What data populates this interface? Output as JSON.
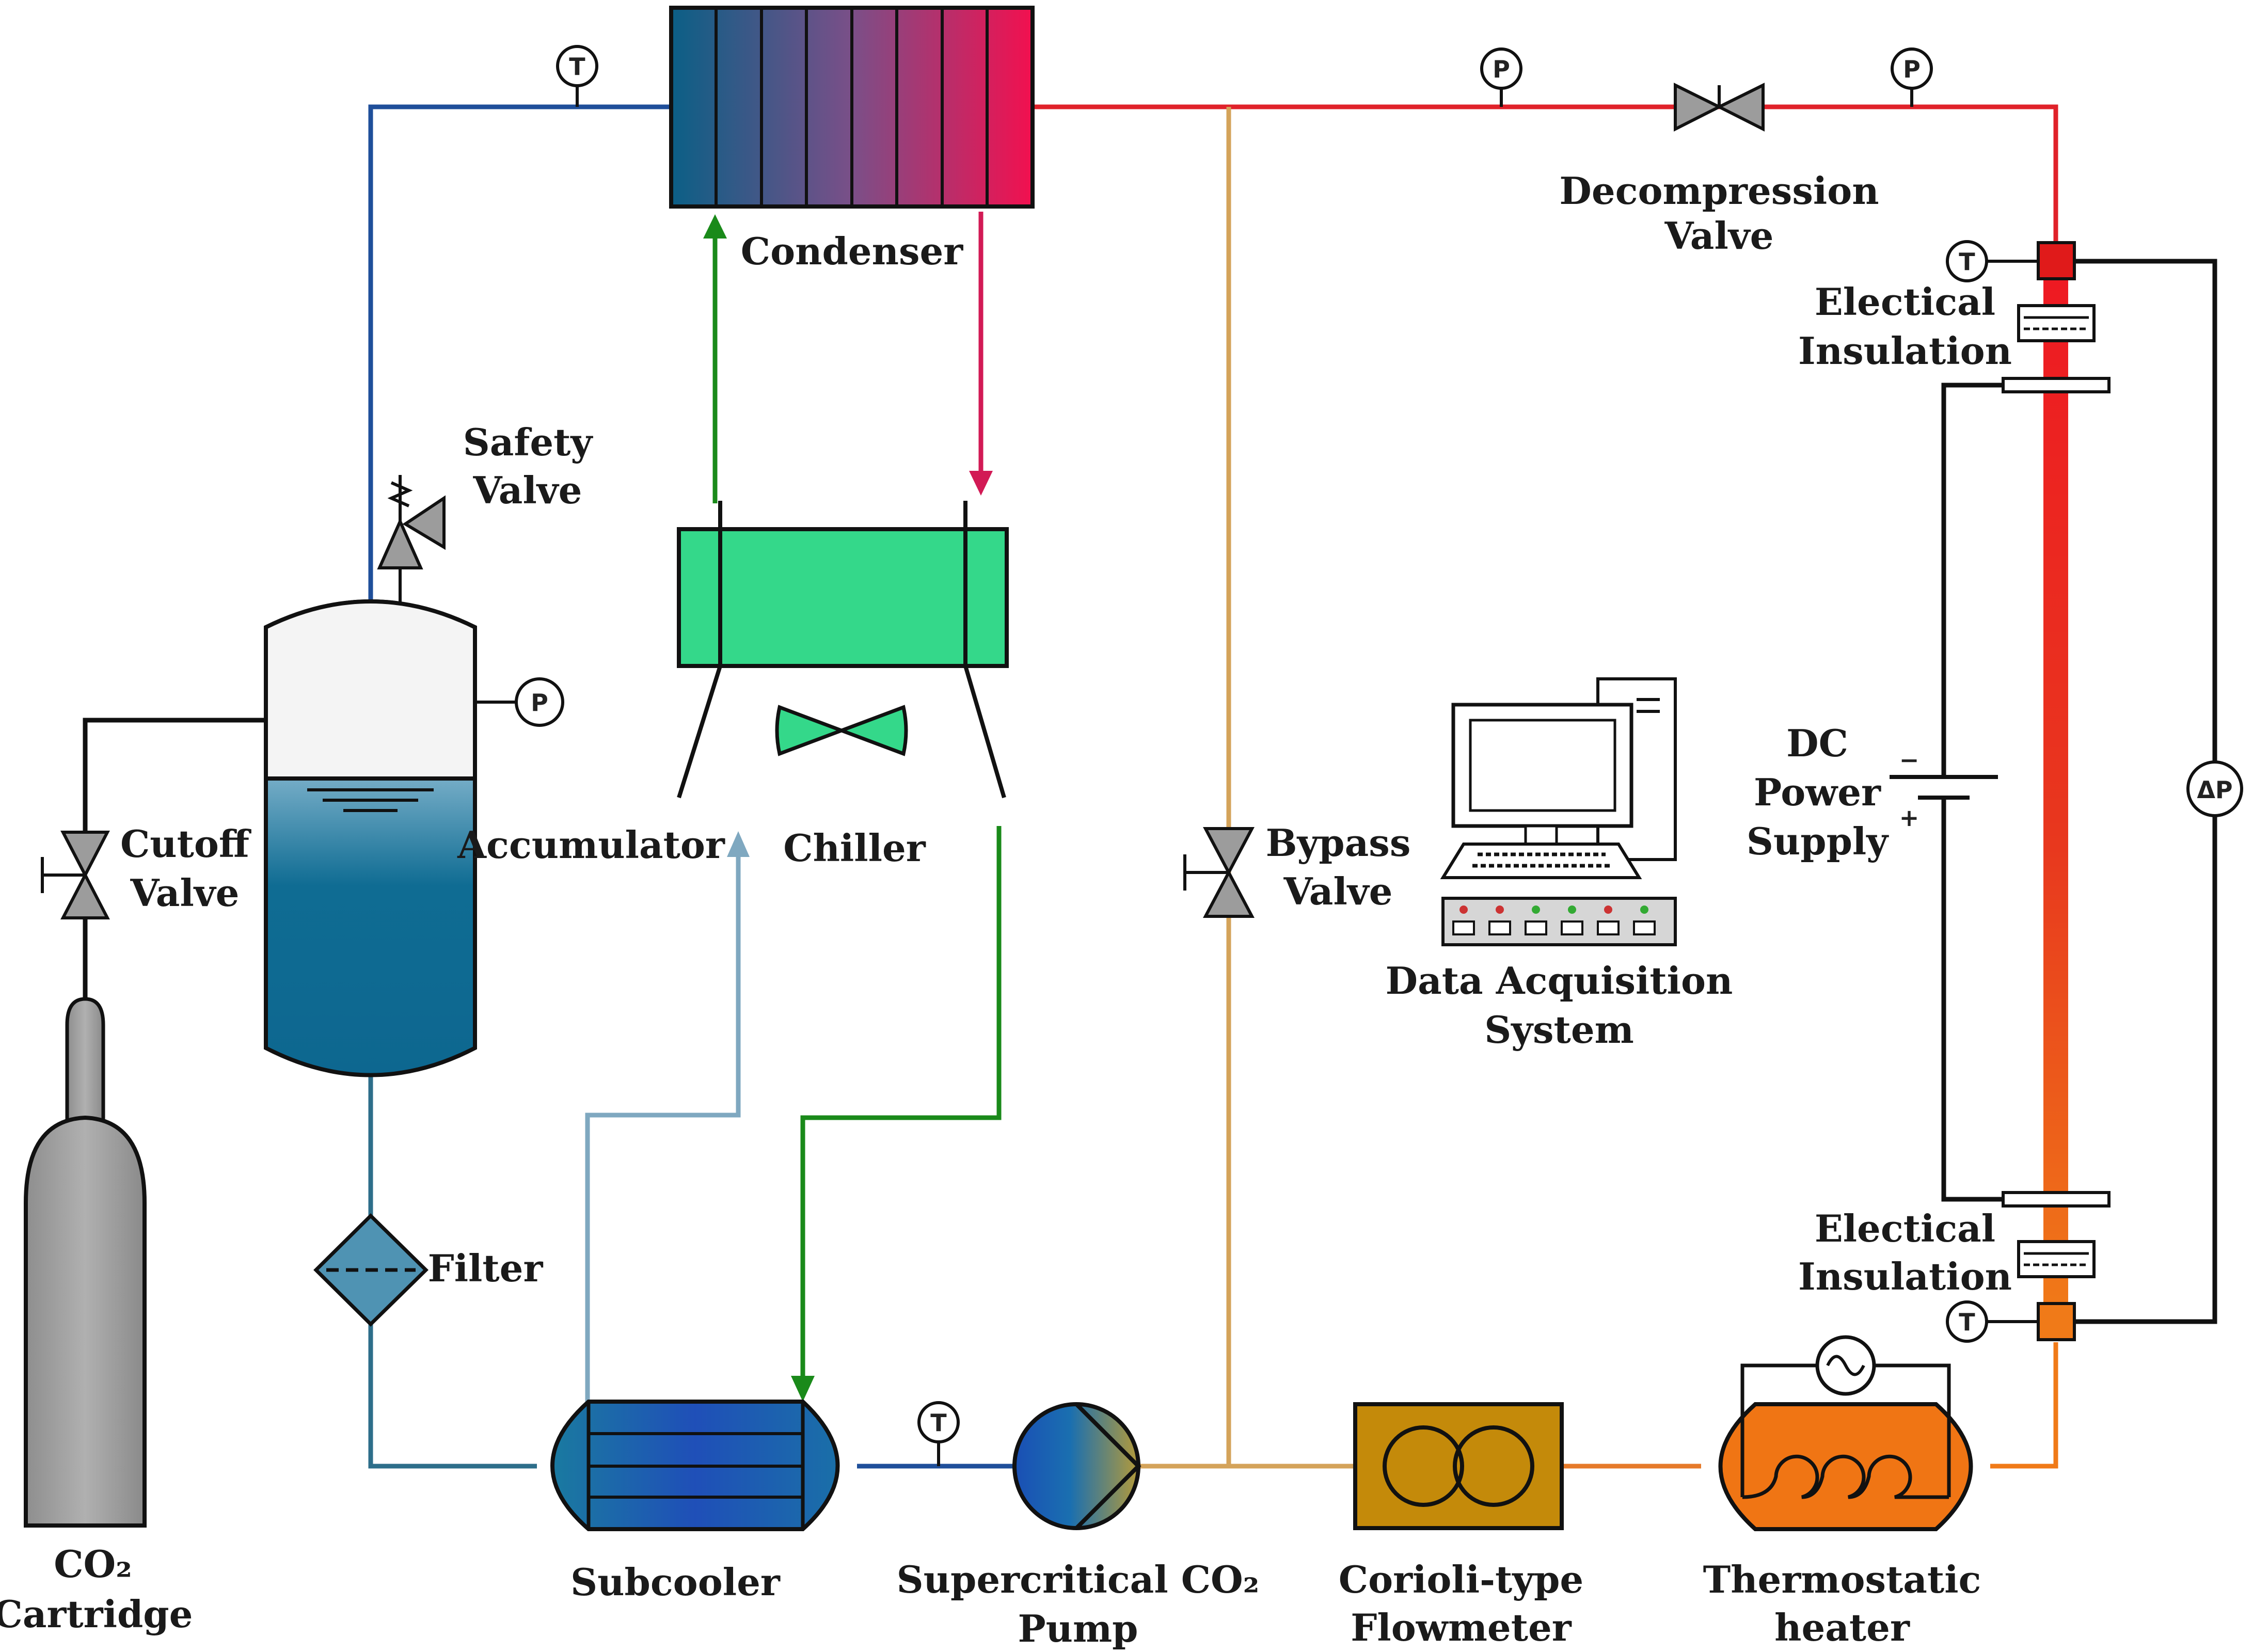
{
  "labels": {
    "condenser": "Condenser",
    "decompression_valve_1": "Decompression",
    "decompression_valve_2": "Valve",
    "insulation_top_1": "Electical",
    "insulation_top_2": "Insulation",
    "safety_valve_1": "Safety",
    "safety_valve_2": "Valve",
    "accumulator": "Accumulator",
    "chiller": "Chiller",
    "cutoff_valve_1": "Cutoff",
    "cutoff_valve_2": "Valve",
    "bypass_valve_1": "Bypass",
    "bypass_valve_2": "Valve",
    "dc_power_1": "DC",
    "dc_power_2": "Power",
    "dc_power_3": "Supply",
    "daq_1": "Data Acquisition",
    "daq_2": "System",
    "insulation_bottom_1": "Electical",
    "insulation_bottom_2": "Insulation",
    "filter": "Filter",
    "co2_cartridge_1": "CO₂",
    "co2_cartridge_2": "Cartridge",
    "subcooler": "Subcooler",
    "pump_1": "Supercritical CO₂",
    "pump_2": "Pump",
    "flowmeter_1": "Corioli-type",
    "flowmeter_2": "Flowmeter",
    "heater_1": "Thermostatic",
    "heater_2": "heater"
  },
  "sensors": {
    "temperature": "T",
    "pressure": "P",
    "differential_pressure": "ΔP"
  },
  "dc_polarity": {
    "negative": "−",
    "positive": "+"
  },
  "colors": {
    "red_line": "#e0222a",
    "blue_line": "#1f4f9a",
    "teal_line": "#2d6e8a",
    "orange_line": "#d4a35a",
    "green_line": "#1a8a1a",
    "pink_line": "#d21a55",
    "chiller_fill": "#34d88a",
    "accumulator_liquid": "#0f6c93",
    "subcooler_fill": "#1565b8",
    "flowmeter_fill": "#c48a0a",
    "heater_fill": "#f07514",
    "cylinder_fill": "#a6a6a6"
  }
}
